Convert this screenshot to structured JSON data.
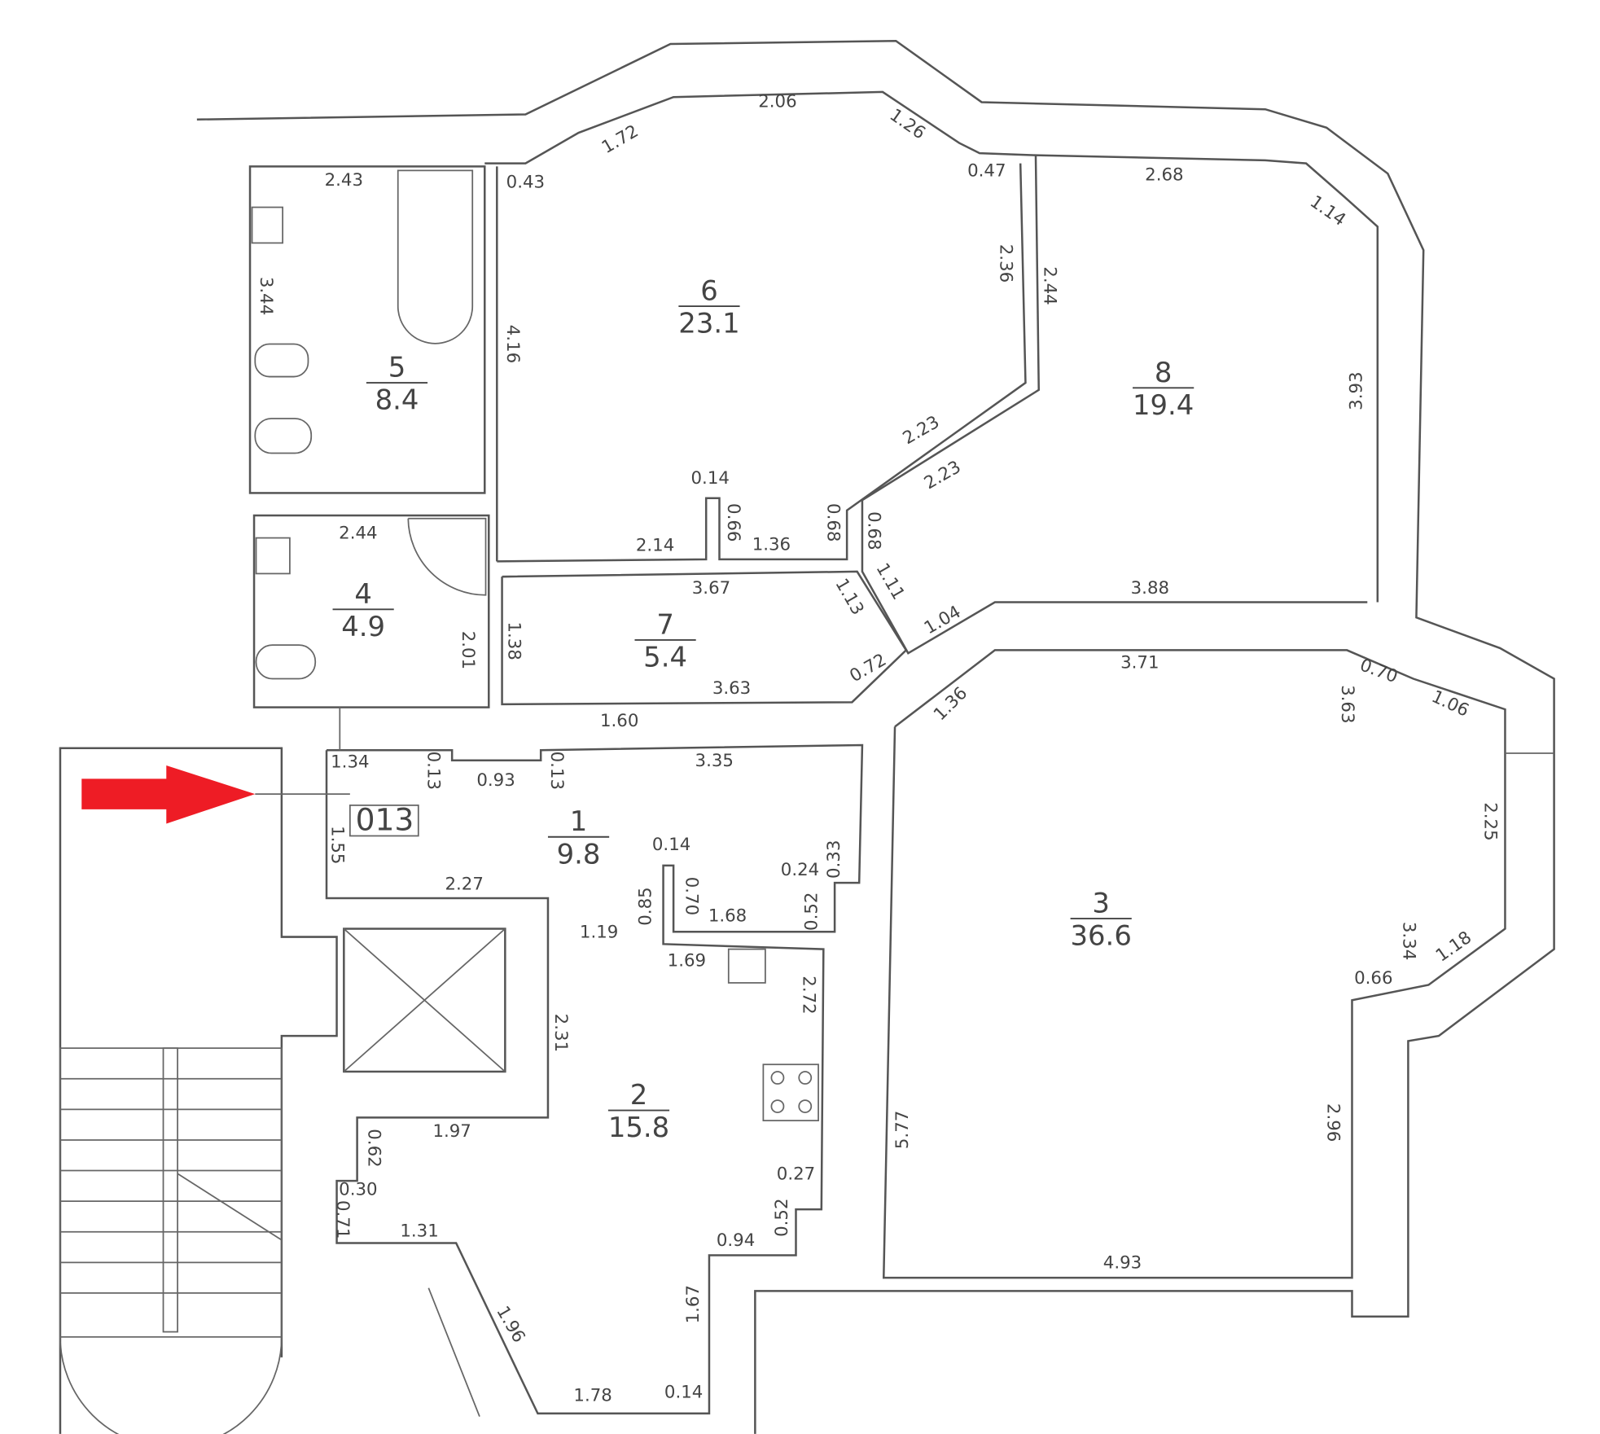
{
  "plan": {
    "apartment_tag": "013",
    "arrow_color": "#ee1c25",
    "rooms": [
      {
        "number": "6",
        "area": "23.1"
      },
      {
        "number": "8",
        "area": "19.4"
      },
      {
        "number": "5",
        "area": "8.4"
      },
      {
        "number": "4",
        "area": "4.9"
      },
      {
        "number": "7",
        "area": "5.4"
      },
      {
        "number": "1",
        "area": "9.8"
      },
      {
        "number": "3",
        "area": "36.6"
      },
      {
        "number": "2",
        "area": "15.8"
      }
    ],
    "dimensions": [
      "2.06",
      "1.72",
      "1.26",
      "0.43",
      "0.47",
      "2.68",
      "1.14",
      "2.43",
      "3.44",
      "4.16",
      "2.36",
      "2.44",
      "3.93",
      "2.23",
      "2.23",
      "0.14",
      "0.66",
      "0.68",
      "0.68",
      "1.36",
      "2.14",
      "2.44",
      "3.67",
      "1.13",
      "1.11",
      "3.88",
      "1.04",
      "1.38",
      "2.01",
      "0.72",
      "3.63",
      "3.71",
      "0.70",
      "3.63",
      "1.06",
      "1.36",
      "1.60",
      "1.34",
      "0.13",
      "0.93",
      "0.13",
      "3.35",
      "1.55",
      "0.14",
      "0.24",
      "0.33",
      "2.27",
      "0.85",
      "0.70",
      "1.68",
      "0.52",
      "2.25",
      "1.19",
      "1.69",
      "2.72",
      "3.34",
      "1.18",
      "0.66",
      "2.31",
      "1.97",
      "0.62",
      "0.30",
      "0.71",
      "5.77",
      "2.96",
      "0.27",
      "0.52",
      "1.31",
      "0.94",
      "4.93",
      "1.96",
      "1.67",
      "1.78",
      "0.14"
    ]
  }
}
